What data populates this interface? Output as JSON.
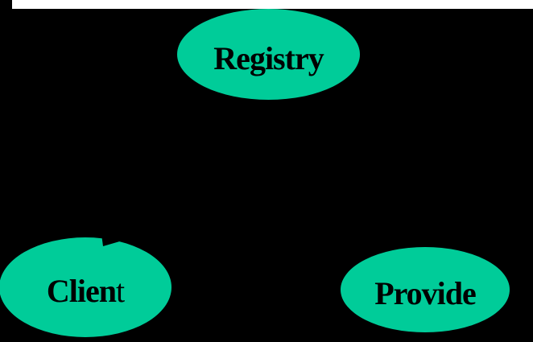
{
  "diagram": {
    "background_color": "#000000",
    "top_strip_color": "#ffffff",
    "node_fill_color": "#00cc99",
    "node_text_color": "#000000",
    "nodes": {
      "registry": {
        "label": "Registry"
      },
      "client": {
        "label": "Client",
        "label_main": "Clien",
        "label_tail": "t"
      },
      "provide": {
        "label": "Provide"
      }
    }
  }
}
